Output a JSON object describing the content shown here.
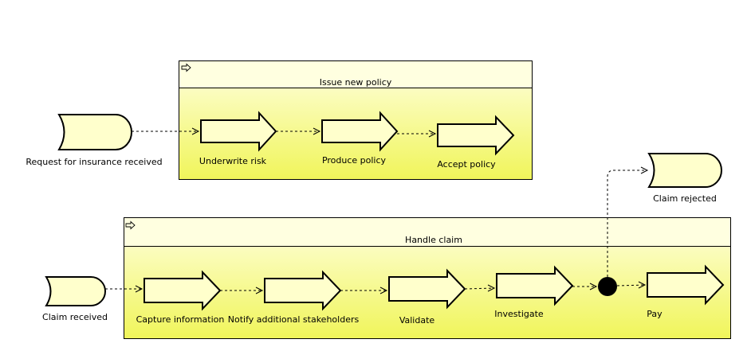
{
  "groups": {
    "issue_policy": {
      "title": "Issue new policy"
    },
    "handle_claim": {
      "title": "Handle claim"
    }
  },
  "events": {
    "request_received": {
      "label": "Request for insurance received"
    },
    "claim_rejected": {
      "label": "Claim rejected"
    },
    "claim_received": {
      "label": "Claim received"
    }
  },
  "processes": {
    "underwrite_risk": {
      "label": "Underwrite risk"
    },
    "produce_policy": {
      "label": "Produce policy"
    },
    "accept_policy": {
      "label": "Accept policy"
    },
    "capture_information": {
      "label": "Capture information"
    },
    "notify_stakeholders": {
      "label": "Notify additional stakeholders"
    },
    "validate": {
      "label": "Validate"
    },
    "investigate": {
      "label": "Investigate"
    },
    "pay": {
      "label": "Pay"
    }
  },
  "icons": {
    "group_icon": "process-arrow-icon",
    "junction": "junction-dot-icon"
  },
  "colors": {
    "fill_light": "#ffffcc",
    "fill_gradient_end": "#f0f55a",
    "stroke": "#000000"
  }
}
